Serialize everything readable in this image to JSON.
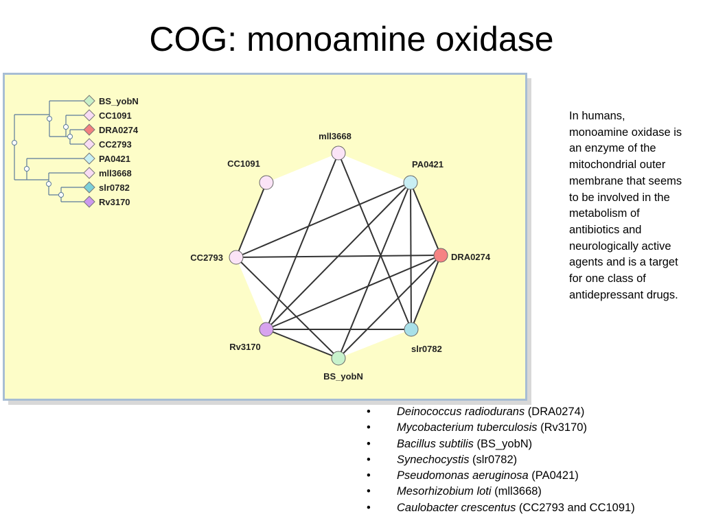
{
  "slide": {
    "title": "COG: monoamine oxidase"
  },
  "description": "In humans, monoamine oxidase is an enzyme of the mitochondrial outer membrane that seems to be involved in the metabolism of antibiotics and neurologically active agents and is a target for one class of antidepressant drugs.",
  "diagram": {
    "tree_leaves": [
      {
        "id": "BS_yobN",
        "label": "BS_yobN",
        "color": "#c8f0c8"
      },
      {
        "id": "CC1091",
        "label": "CC1091",
        "color": "#f8dcf4"
      },
      {
        "id": "DRA0274",
        "label": "DRA0274",
        "color": "#f28080"
      },
      {
        "id": "CC2793",
        "label": "CC2793",
        "color": "#f8dcf4"
      },
      {
        "id": "PA0421",
        "label": "PA0421",
        "color": "#c8f0f4"
      },
      {
        "id": "mll3668",
        "label": "mll3668",
        "color": "#f8dcf4"
      },
      {
        "id": "slr0782",
        "label": "slr0782",
        "color": "#7cd0d8"
      },
      {
        "id": "Rv3170",
        "label": "Rv3170",
        "color": "#cc99ee"
      }
    ],
    "network_nodes": [
      {
        "id": "mll3668",
        "label": "mll3668",
        "color": "#fbe4f7"
      },
      {
        "id": "PA0421",
        "label": "PA0421",
        "color": "#c8eef4"
      },
      {
        "id": "DRA0274",
        "label": "DRA0274",
        "color": "#f58383"
      },
      {
        "id": "slr0782",
        "label": "slr0782",
        "color": "#a8e0e8"
      },
      {
        "id": "BS_yobN",
        "label": "BS_yobN",
        "color": "#c8f2cc"
      },
      {
        "id": "Rv3170",
        "label": "Rv3170",
        "color": "#d7a3ee"
      },
      {
        "id": "CC2793",
        "label": "CC2793",
        "color": "#fbe4f7"
      },
      {
        "id": "CC1091",
        "label": "CC1091",
        "color": "#fbe4f7"
      }
    ],
    "edges": [
      [
        "CC1091",
        "CC2793"
      ],
      [
        "CC2793",
        "PA0421"
      ],
      [
        "CC2793",
        "DRA0274"
      ],
      [
        "CC2793",
        "BS_yobN"
      ],
      [
        "mll3668",
        "Rv3170"
      ],
      [
        "mll3668",
        "slr0782"
      ],
      [
        "PA0421",
        "Rv3170"
      ],
      [
        "PA0421",
        "BS_yobN"
      ],
      [
        "PA0421",
        "DRA0274"
      ],
      [
        "PA0421",
        "slr0782"
      ],
      [
        "DRA0274",
        "Rv3170"
      ],
      [
        "DRA0274",
        "BS_yobN"
      ],
      [
        "DRA0274",
        "slr0782"
      ],
      [
        "Rv3170",
        "slr0782"
      ],
      [
        "Rv3170",
        "BS_yobN"
      ]
    ]
  },
  "species": [
    {
      "bullet": "•",
      "name": "Deinococcus radiodurans",
      "code": " (DRA0274)"
    },
    {
      "bullet": "•",
      "name": "Mycobacterium tuberculosis",
      "code": " (Rv3170)"
    },
    {
      "bullet": "•",
      "name": "Bacillus subtilis",
      "code": " (BS_yobN)"
    },
    {
      "bullet": "•",
      "name": "Synechocystis",
      "code": " (slr0782)"
    },
    {
      "bullet": "•",
      "name": "Pseudomonas aeruginosa",
      "code": " (PA0421)"
    },
    {
      "bullet": "•",
      "name": "Mesorhizobium loti",
      "code": " (mll3668)"
    },
    {
      "bullet": "•",
      "name": "Caulobacter crescentus",
      "code": " (CC2793 and CC1091)"
    }
  ]
}
